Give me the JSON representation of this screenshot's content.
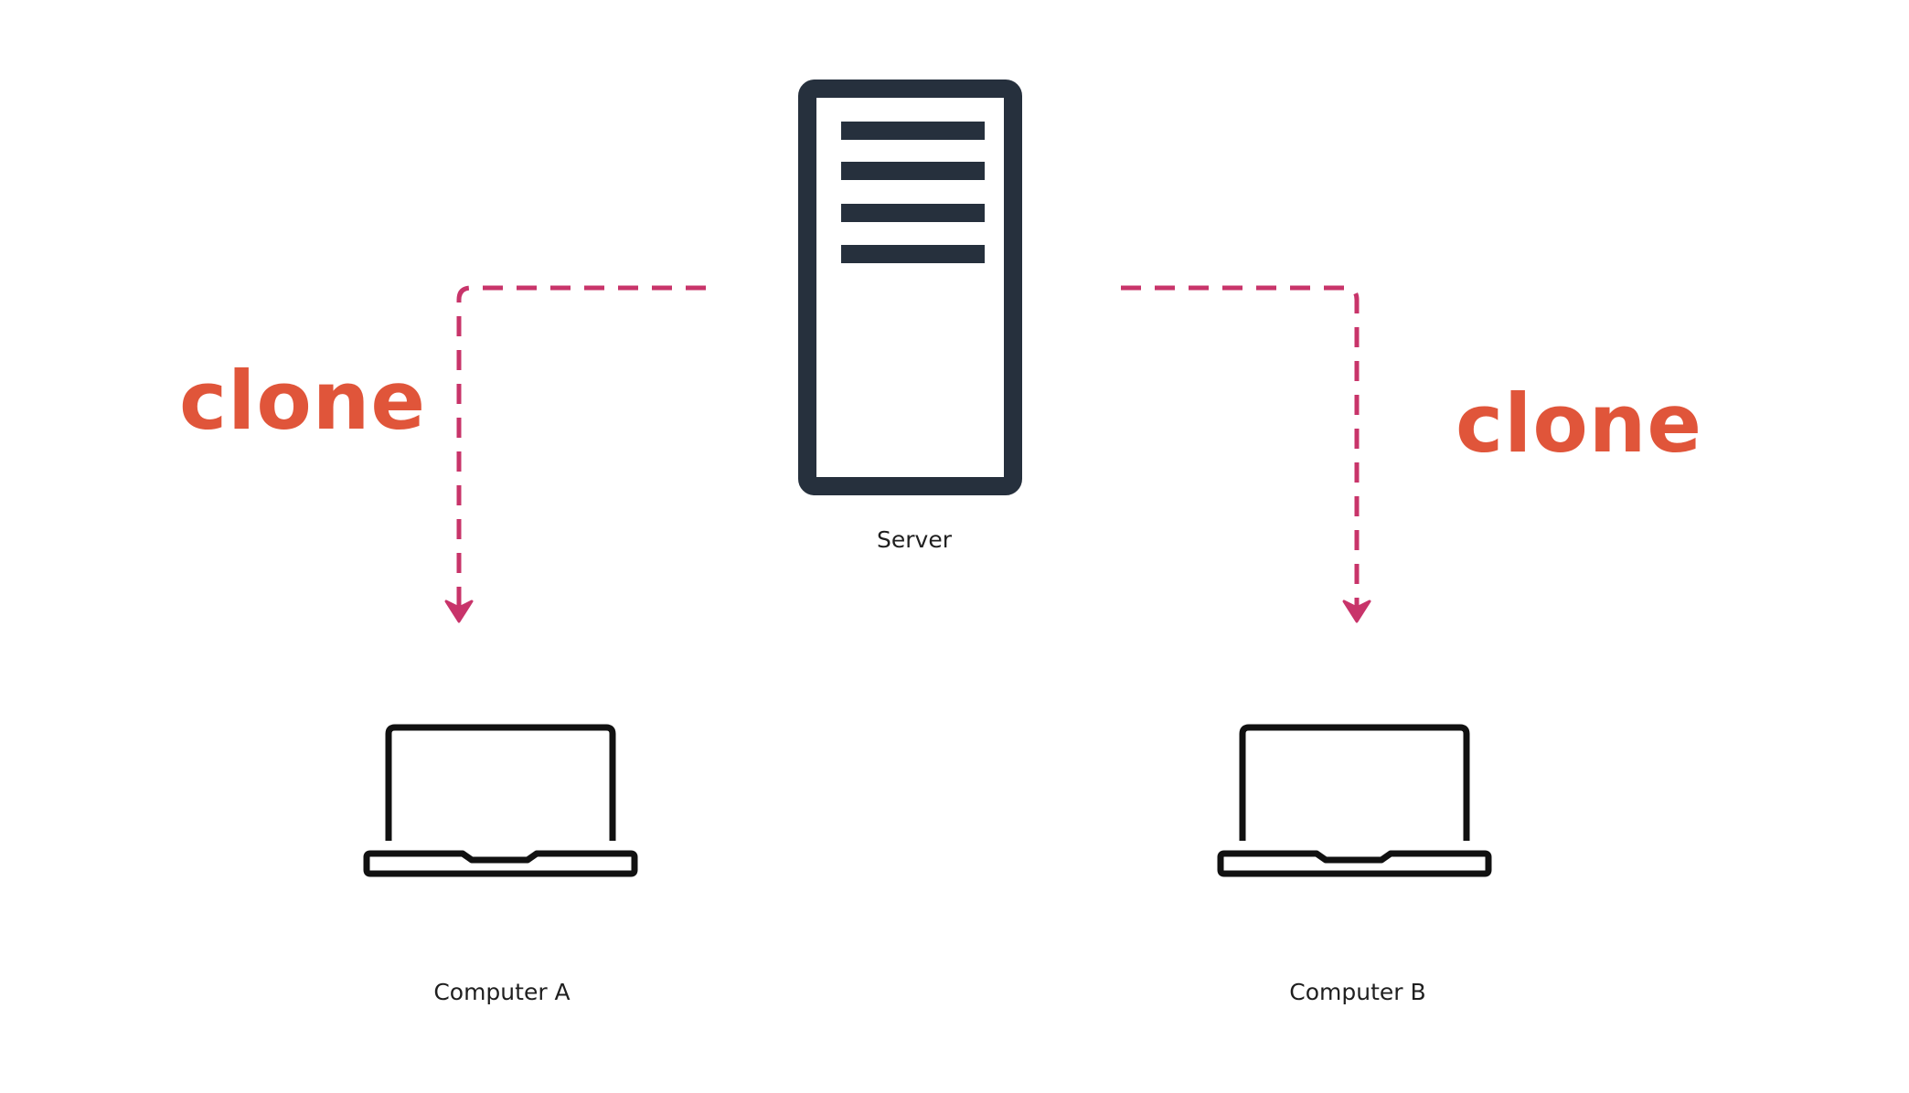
{
  "colors": {
    "server": "#26303d",
    "laptop": "#111111",
    "arrow": "#c8346a",
    "clone": "#e0553a"
  },
  "icons": {
    "server": "server-icon",
    "computer_a": "laptop-icon",
    "computer_b": "laptop-icon"
  },
  "labels": {
    "server": "Server",
    "computer_a": "Computer A",
    "computer_b": "Computer B"
  },
  "edges": {
    "to_a": {
      "label": "clone",
      "from": "Server",
      "to": "Computer A"
    },
    "to_b": {
      "label": "clone",
      "from": "Server",
      "to": "Computer B"
    }
  }
}
